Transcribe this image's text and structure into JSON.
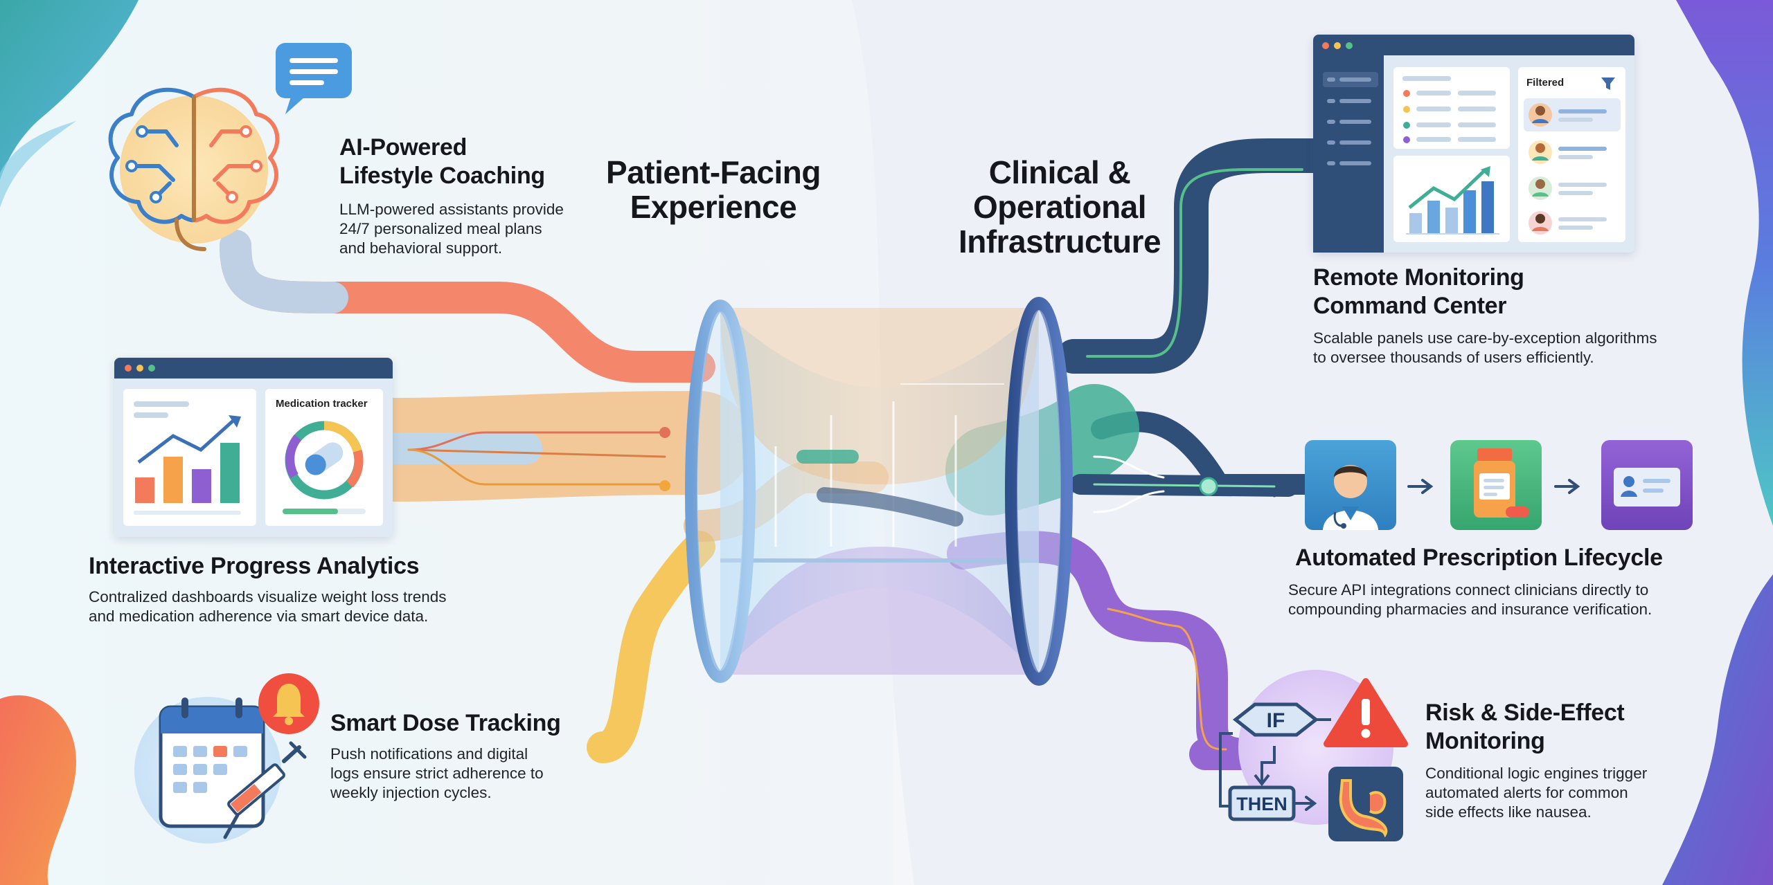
{
  "headers": {
    "patient": [
      "Patient-Facing",
      "Experience"
    ],
    "clinical": [
      "Clinical &",
      "Operational",
      "Infrastructure"
    ]
  },
  "features": {
    "ai_coaching": {
      "title": [
        "AI-Powered",
        "Lifestyle Coaching"
      ],
      "description": [
        "LLM-powered assistants provide",
        "24/7 personalized meal plans",
        "and behavioral support."
      ]
    },
    "progress_analytics": {
      "title": [
        "Interactive Progress Analytics"
      ],
      "description": [
        "Contralized dashboards visualize weight loss trends",
        "and medication adherence via smart device data."
      ],
      "widget_label": "Medication tracker"
    },
    "dose_tracking": {
      "title": [
        "Smart Dose Tracking"
      ],
      "description": [
        "Push notifications and digital",
        "logs ensure strict adherence to",
        "weekly injection cycles."
      ]
    },
    "remote_monitoring": {
      "title": [
        "Remote Monitoring",
        "Command Center"
      ],
      "description": [
        "Scalable panels use care-by-exception algorithms",
        "to oversee thousands of users efficiently."
      ],
      "panel_label": "Filtered"
    },
    "prescription": {
      "title": [
        "Automated Prescription Lifecycle"
      ],
      "description": [
        "Secure API integrations connect clinicians directly to",
        "compounding pharmacies and insurance verification."
      ]
    },
    "risk_monitoring": {
      "title": [
        "Risk & Side-Effect",
        "Monitoring"
      ],
      "description": [
        "Conditional logic engines trigger",
        "automated alerts for common",
        "side effects like nausea."
      ],
      "logic_if": "IF",
      "logic_then": "THEN"
    }
  },
  "icons": [
    "chat-bubble-icon",
    "brain-circuit-icon",
    "bar-chart-icon",
    "pill-icon",
    "calendar-icon",
    "bell-icon",
    "syringe-icon",
    "funnel-filter-icon",
    "avatar-icon",
    "doctor-icon",
    "pill-bottle-icon",
    "id-card-icon",
    "warning-triangle-icon",
    "stomach-icon",
    "arrow-right-icon"
  ],
  "colors": {
    "coral": "#f47a5c",
    "orange": "#f5a24b",
    "yellow": "#f6c453",
    "teal": "#3fae94",
    "green": "#55c08a",
    "blue": "#5aa9e6",
    "navy": "#2f4e78",
    "purple": "#8e5fd1",
    "background": "#f5f8fb"
  }
}
